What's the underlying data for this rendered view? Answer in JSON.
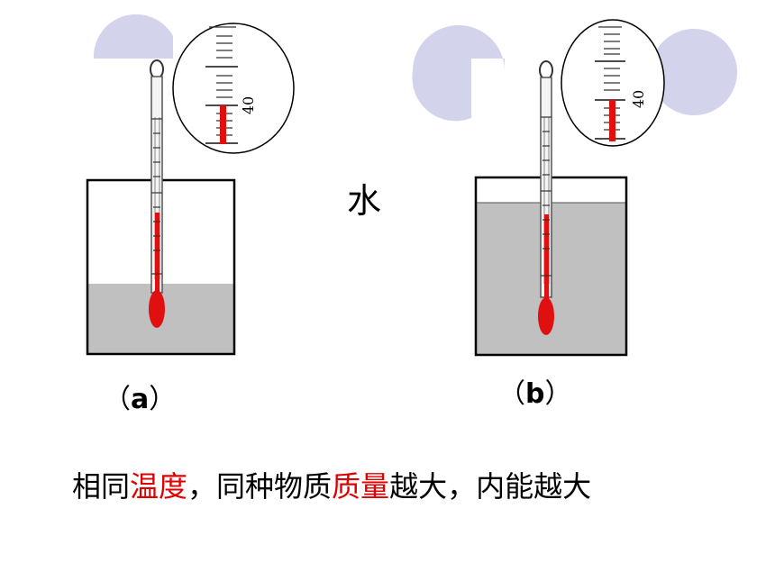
{
  "water_label": "水",
  "panel_a": {
    "label_open": "（",
    "label_letter": "a",
    "label_close": "）",
    "scale_number": "40"
  },
  "panel_b": {
    "label_open": "（",
    "label_letter": "b",
    "label_close": "）",
    "scale_number": "40"
  },
  "caption": {
    "part1": "相同",
    "part2": "温度",
    "part3": "，同种物质",
    "part4": "质量",
    "part5": "越大，内能越大"
  },
  "colors": {
    "decor_circles": "#d3d3ec",
    "water": "#c0c0c0",
    "liquid": "#e01010",
    "highlight": "#e00000"
  }
}
